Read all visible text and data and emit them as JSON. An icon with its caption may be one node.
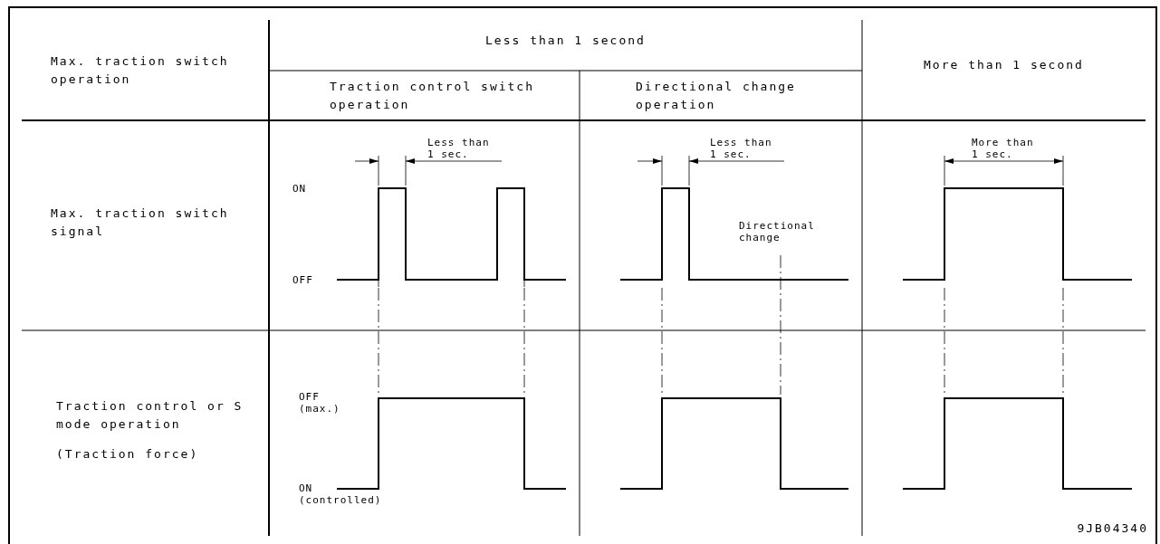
{
  "diagram": {
    "labels": [
      "Max. traction switch operation",
      "Less than 1 second",
      "More than 1 second",
      "Traction control switch operation",
      "Directional change operation",
      "Less than 1 sec.",
      "Less than 1 sec.",
      "More than 1 sec.",
      "ON",
      "Max. traction switch signal",
      "Directional change",
      "OFF",
      "OFF (max.)",
      "Traction control or S mode operation",
      "(Traction force)",
      "ON (controlled)",
      "9JB04340"
    ]
  }
}
